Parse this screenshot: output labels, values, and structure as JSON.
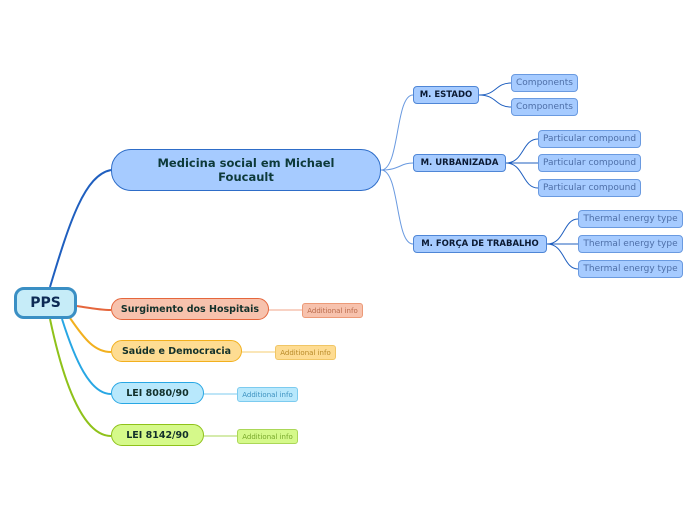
{
  "mindmap": {
    "root": {
      "label": "PPS"
    },
    "main_topic": {
      "label": "Medicina social em Michael Foucault",
      "subtopics": [
        {
          "label": "M. ESTADO",
          "children": [
            "Components",
            "Components"
          ]
        },
        {
          "label": "M. URBANIZADA",
          "children": [
            "Particular compound",
            "Particular compound",
            "Particular compound"
          ]
        },
        {
          "label": "M. FORÇA DE TRABALHO",
          "children": [
            "Thermal energy type",
            "Thermal energy type",
            "Thermal energy type"
          ]
        }
      ]
    },
    "branches": [
      {
        "label": "Surgimento dos Hospitais",
        "info": "Additional info",
        "color": "#e5663c"
      },
      {
        "label": "Saúde e Democracia",
        "info": "Additional info",
        "color": "#f2b01e"
      },
      {
        "label": "LEI 8080/90",
        "info": "Additional info",
        "color": "#28a7e4"
      },
      {
        "label": "LEI 8142/90",
        "info": "Additional info",
        "color": "#8fc21a"
      }
    ],
    "colors": {
      "main_line": "#1f5fbf",
      "sub_line": "#6a9ae0",
      "root_border": "#3a8fc4"
    }
  }
}
